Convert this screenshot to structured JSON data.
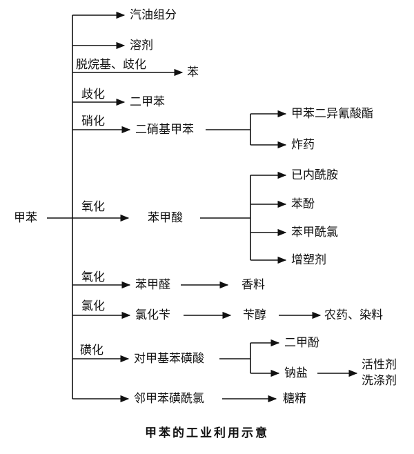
{
  "diagram": {
    "root": "甲苯",
    "branches": [
      {
        "process": "",
        "product": "汽油组分"
      },
      {
        "process": "",
        "product": "溶剂"
      },
      {
        "process": "脱烷基、歧化",
        "product": "苯"
      },
      {
        "process": "歧化",
        "product": "二甲苯"
      },
      {
        "process": "硝化",
        "product": "二硝基甲苯",
        "uses": [
          "甲苯二异氰酸酯",
          "炸药"
        ]
      },
      {
        "process": "氧化",
        "product": "苯甲酸",
        "uses": [
          "已内酰胺",
          "苯酚",
          "苯甲酰氯",
          "增塑剂"
        ]
      },
      {
        "process": "氧化",
        "product": "苯甲醛",
        "uses": [
          "香料"
        ]
      },
      {
        "process": "氯化",
        "product": "氯化苄",
        "next": "苄醇",
        "uses": [
          "农药、染料"
        ]
      },
      {
        "process": "磺化",
        "product": "对甲基苯磺酸",
        "uses": [
          "二甲酚",
          "钠盐"
        ],
        "sub_uses": [
          "活性剂",
          "洗涤剂"
        ]
      },
      {
        "process": "",
        "product": "邻甲苯磺酰氯",
        "uses": [
          "糖精"
        ]
      }
    ]
  },
  "caption": "甲苯的工业利用示意"
}
